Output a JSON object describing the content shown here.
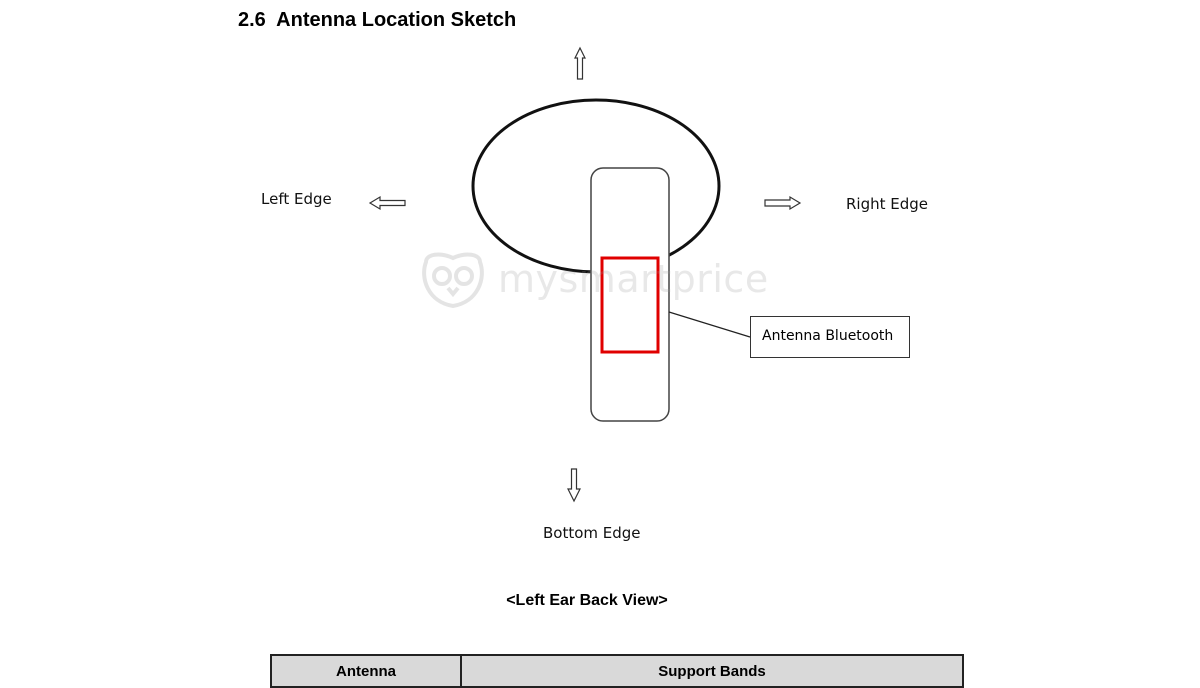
{
  "section": {
    "title": "2.6  Antenna Location Sketch"
  },
  "sketch": {
    "labels": {
      "left": "Left Edge",
      "right": "Right Edge",
      "bottom": "Bottom Edge"
    },
    "callout": "Antenna Bluetooth",
    "antenna_marker_color": "#e00000",
    "icons": [
      "arrow-up-icon",
      "arrow-left-icon",
      "arrow-right-icon",
      "arrow-down-icon"
    ]
  },
  "view_caption": "<Left Ear Back View>",
  "table": {
    "headers": [
      "Antenna",
      "Support Bands"
    ]
  },
  "watermark": {
    "text": "mysmartprice",
    "icon": "owl-logo-icon"
  }
}
